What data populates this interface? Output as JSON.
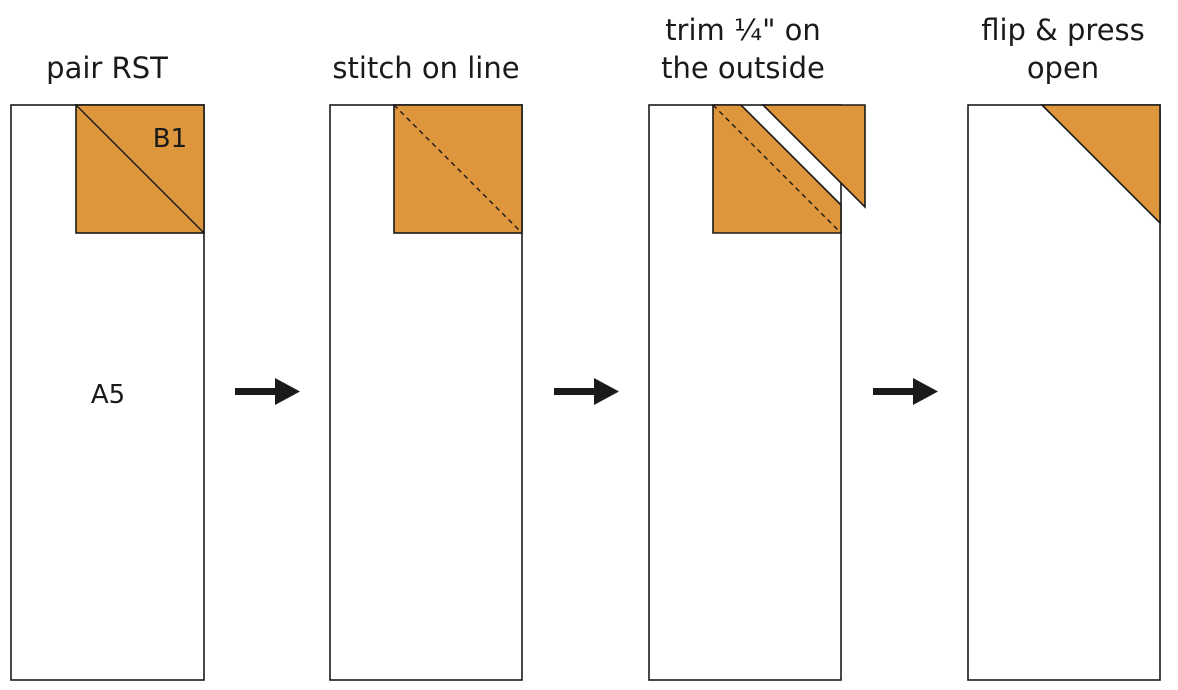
{
  "colors": {
    "fabric_b1": "#DE963D",
    "background_a5": "#FFFFFF",
    "outline": "#1A1A1A",
    "arrow": "#1A1A1A"
  },
  "steps": [
    {
      "title_lines": [
        "pair RST"
      ]
    },
    {
      "title_lines": [
        "stitch on line"
      ]
    },
    {
      "title_lines": [
        "trim ¼\" on",
        "the outside"
      ]
    },
    {
      "title_lines": [
        "flip & press",
        "open"
      ]
    }
  ],
  "labels": {
    "small_piece": "B1",
    "large_piece": "A5"
  },
  "arrows": [
    {
      "icon": "arrow-right-icon"
    },
    {
      "icon": "arrow-right-icon"
    },
    {
      "icon": "arrow-right-icon"
    }
  ]
}
